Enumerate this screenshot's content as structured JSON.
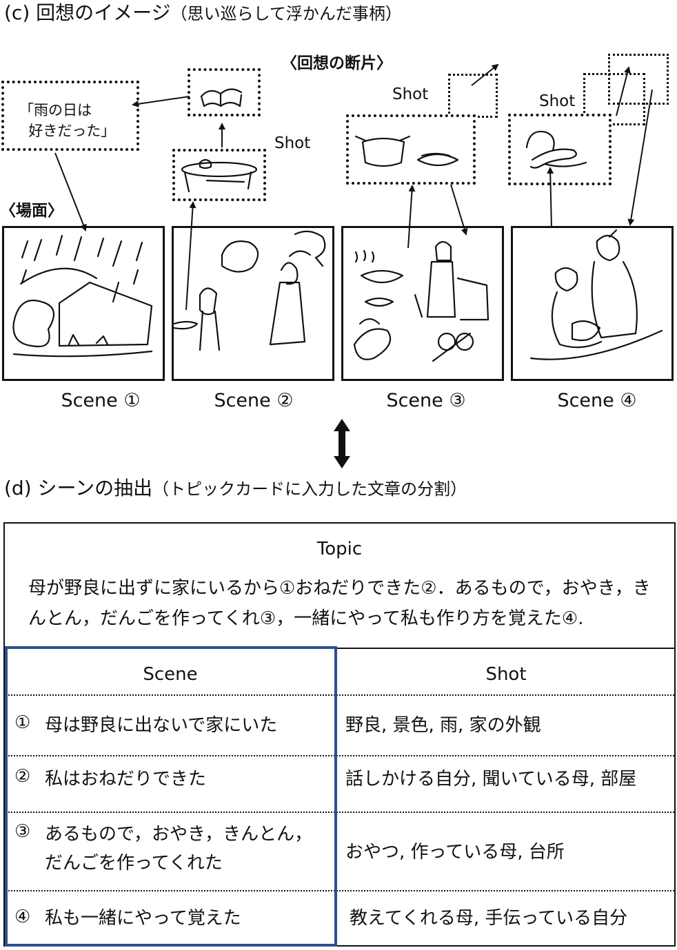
{
  "section_c": {
    "title": "(c)  回想のイメージ",
    "subtitle": "（思い巡らして浮かんだ事柄）"
  },
  "fragments_label": "〈回想の断片〉",
  "scene_group_label": "〈場面〉",
  "quote": "「雨の日は\n  好きだった」",
  "shot_label": "Shot",
  "scenes": [
    {
      "label": "Scene ①"
    },
    {
      "label": "Scene ②"
    },
    {
      "label": "Scene ③"
    },
    {
      "label": "Scene ④"
    }
  ],
  "section_d": {
    "title": "(d)  シーンの抽出",
    "subtitle": "（トピックカードに入力した文章の分割）"
  },
  "table": {
    "topic_header": "Topic",
    "topic_text": "母が野良に出ずに家にいるから①おねだりできた②．あるもので，おやき，きんとん，だんごを作ってくれ③，一緒にやって私も作り方を覚えた④.",
    "scene_header": "Scene",
    "shot_header": "Shot",
    "rows": [
      {
        "num": "①",
        "scene": "母は野良に出ないで家にいた",
        "shot": "野良, 景色, 雨, 家の外観"
      },
      {
        "num": "②",
        "scene": "私はおねだりできた",
        "shot": "話しかける自分, 聞いている母, 部屋"
      },
      {
        "num": "③",
        "scene": "あるもので，おやき，きんとん，\nだんごを作ってくれた",
        "shot": "おやつ, 作っている母, 台所"
      },
      {
        "num": "④",
        "scene": "私も一緒にやって覚えた",
        "shot": "教えてくれる母, 手伝っている自分"
      }
    ]
  },
  "colors": {
    "frame_blue": "#2e4f8f",
    "ink": "#111111"
  }
}
